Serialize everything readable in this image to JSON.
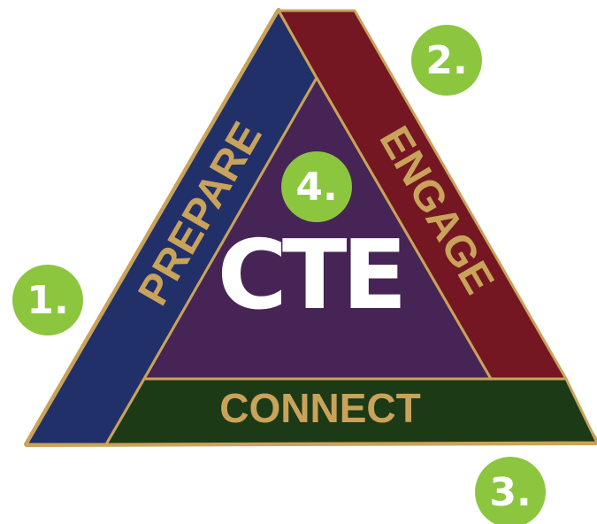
{
  "colors": {
    "prepare": "#22306a",
    "engage": "#741722",
    "connect": "#1d3a17",
    "center": "#472456",
    "border": "#c9a35a",
    "label": "#c9a35a",
    "badge": "#8cc63f",
    "logo": "#ffffff"
  },
  "bands": {
    "prepare": "PREPARE",
    "engage": "ENGAGE",
    "connect": "CONNECT"
  },
  "logo": {
    "text": "CTE"
  },
  "badges": [
    "1.",
    "2.",
    "3.",
    "4."
  ]
}
